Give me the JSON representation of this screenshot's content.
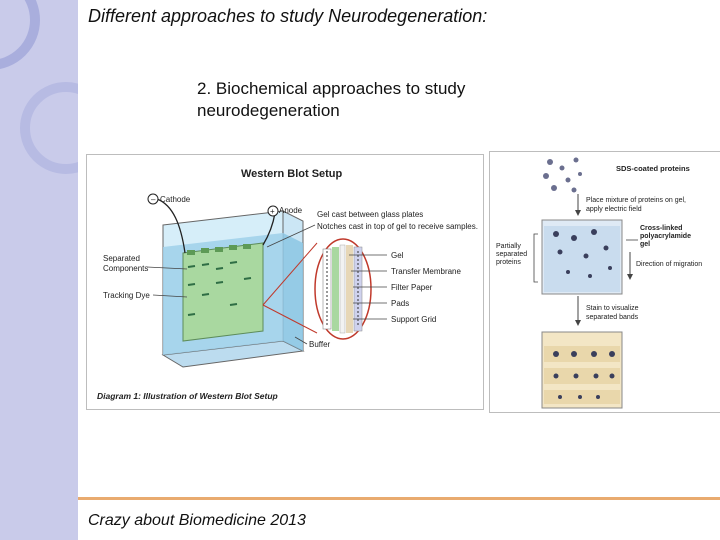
{
  "slide": {
    "title": "Different approaches to study Neurodegeneration:",
    "subtitle_line1": "2. Biochemical approaches to study",
    "subtitle_line2": "neurodegeneration",
    "footer": "Crazy about Biomedicine 2013"
  },
  "western_blot": {
    "heading": "Western Blot Setup",
    "cathode": "Cathode",
    "anode": "Anode",
    "gel_cast_line1": "Gel cast between glass plates",
    "gel_cast_line2": "Notches cast in top of gel to receive samples.",
    "separated_line1": "Separated",
    "separated_line2": "Components",
    "tracking_dye": "Tracking Dye",
    "buffer": "Buffer",
    "layers": [
      "Gel",
      "Transfer Membrane",
      "Filter Paper",
      "Pads",
      "Support Grid"
    ],
    "caption": "Diagram 1: Illustration of Western Blot Setup"
  },
  "sds_page": {
    "sds_coated": "SDS-coated proteins",
    "place_line1": "Place mixture of proteins on gel,",
    "place_line2": "apply electric field",
    "partially_line1": "Partially",
    "partially_line2": "separated",
    "partially_line3": "proteins",
    "crosslinked_line1": "Cross-linked",
    "crosslinked_line2": "polyacrylamide",
    "crosslinked_line3": "gel",
    "direction": "Direction of migration",
    "stain_line1": "Stain to visualize",
    "stain_line2": "separated bands"
  },
  "colors": {
    "sidebar": "#c9cbea",
    "ring": "#a9aedd",
    "footer_line": "#e9ab6f",
    "buffer_blue": "#9fd0ea",
    "gel_green": "#a9d8a0"
  }
}
